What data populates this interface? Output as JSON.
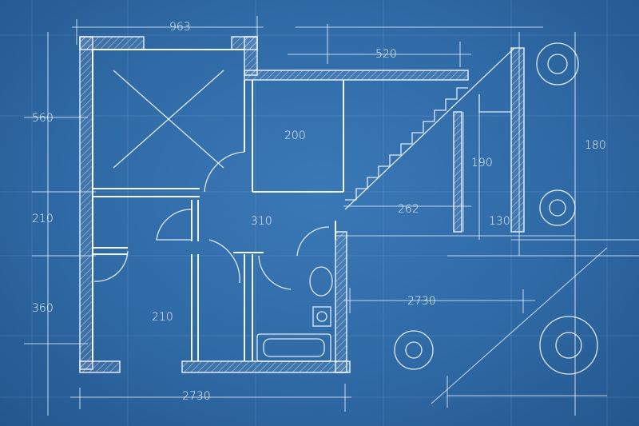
{
  "colors": {
    "background": "#2f6aa6",
    "line": "#ffffff"
  },
  "dimensions": {
    "top_width": "963",
    "top_right_width": "520",
    "left_top_height": "560",
    "left_mid_height": "210",
    "left_bottom_height": "360",
    "bottom_width": "2730",
    "right_mid_width": "2730",
    "right_top_height": "180",
    "stair_height": "190",
    "stair_width": "262",
    "stair_small": "130"
  },
  "rooms": {
    "room_upper_middle": "200",
    "hall": "310",
    "room_lower_left": "210"
  }
}
